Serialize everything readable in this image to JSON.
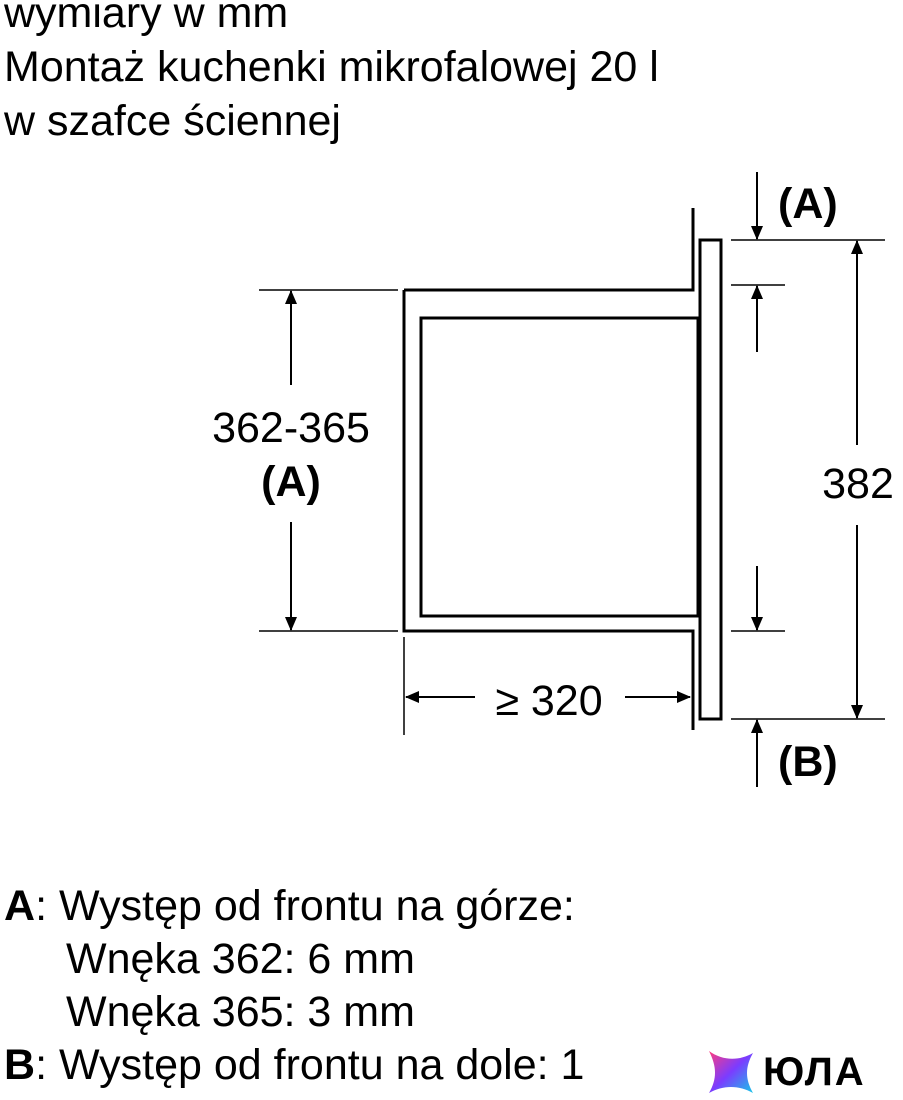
{
  "header": {
    "line1": "wymiary w mm",
    "line2": "Montaż kuchenki mikrofalowej 20 l",
    "line3": "w szafce ściennej"
  },
  "diagram": {
    "top_offset_label": "(A)",
    "bottom_offset_label": "(B)",
    "niche_height_value": "362-365",
    "niche_height_ref": "(A)",
    "total_height_value": "382",
    "depth_value": "≥ 320"
  },
  "legend": {
    "a_key": "A",
    "a_text": ": Występ od frontu na górze:",
    "a_line2": "Wnęka 362: 6 mm",
    "a_line3": "Wnęka 365: 3 mm",
    "b_key": "B",
    "b_text": ": Występ od frontu na dole: 1"
  },
  "logo": {
    "text": "ЮЛА",
    "colors": [
      "#ff3d7f",
      "#7b3cff",
      "#17c6e8"
    ]
  }
}
